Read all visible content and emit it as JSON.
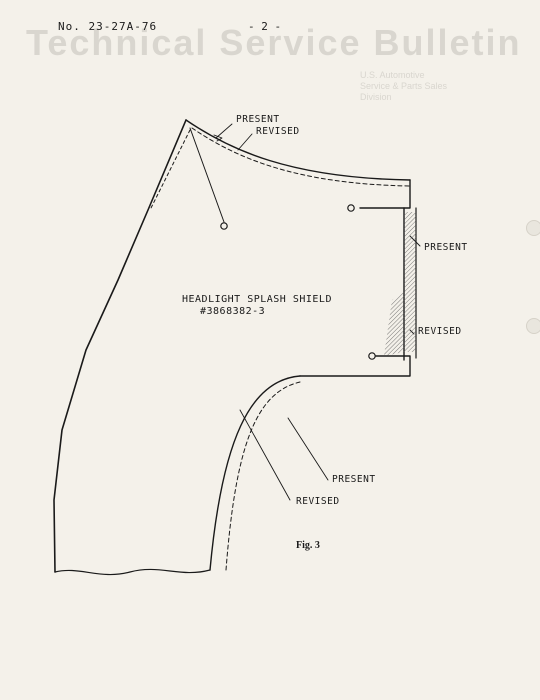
{
  "header": {
    "doc_number": "No.  23-27A-76",
    "page_number": "- 2 -"
  },
  "bleed": {
    "title": "Technical Service Bulletin",
    "subtitle_lines": [
      "U.S. Automotive",
      "Service & Parts Sales",
      "Division"
    ]
  },
  "figure": {
    "part_name": "HEADLIGHT SPLASH SHIELD",
    "part_number": "#3868382-3",
    "labels": {
      "top_present": "PRESENT",
      "top_revised": "REVISED",
      "right_present": "PRESENT",
      "right_revised": "REVISED",
      "bottom_present": "PRESENT",
      "bottom_revised": "REVISED"
    },
    "caption": "Fig. 3"
  }
}
